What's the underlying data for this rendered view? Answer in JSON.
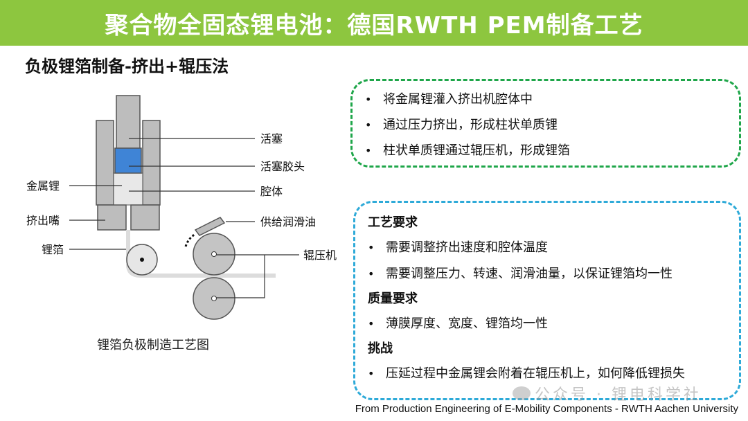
{
  "header": {
    "title": "聚合物全固态锂电池：德国RWTH PEM制备工艺"
  },
  "section": {
    "subtitle": "负极锂箔制备-挤出+辊压法"
  },
  "diagram": {
    "labels": {
      "piston": "活塞",
      "piston_rubber": "活塞胶头",
      "metal_lithium": "金属锂",
      "cavity": "腔体",
      "nozzle": "挤出嘴",
      "lubricant": "供给润滑油",
      "foil": "锂箔",
      "roller": "辊压机"
    },
    "caption": "锂箔负极制造工艺图",
    "colors": {
      "steel": "#bdbdbd",
      "rubber": "#3f84d6",
      "lithium": "#e8e8e8"
    }
  },
  "steps_box": {
    "bullet": "•",
    "items": [
      "将金属锂灌入挤出机腔体中",
      "通过压力挤出，形成柱状单质锂",
      "柱状单质锂通过辊压机，形成锂箔"
    ]
  },
  "requirements_box": {
    "sections": [
      {
        "heading": "工艺要求",
        "items": [
          "需要调整挤出速度和腔体温度",
          "需要调整压力、转速、润滑油量，以保证锂箔均一性"
        ]
      },
      {
        "heading": "质量要求",
        "items": [
          "薄膜厚度、宽度、锂箔均一性"
        ]
      },
      {
        "heading": "挑战",
        "items": [
          "压延过程中金属锂会附着在辊压机上，如何降低锂损失"
        ]
      }
    ]
  },
  "watermark": {
    "text": "公众号 · 锂电科学社"
  },
  "footer": {
    "source": "From Production Engineering of E-Mobility Components - RWTH Aachen University"
  }
}
